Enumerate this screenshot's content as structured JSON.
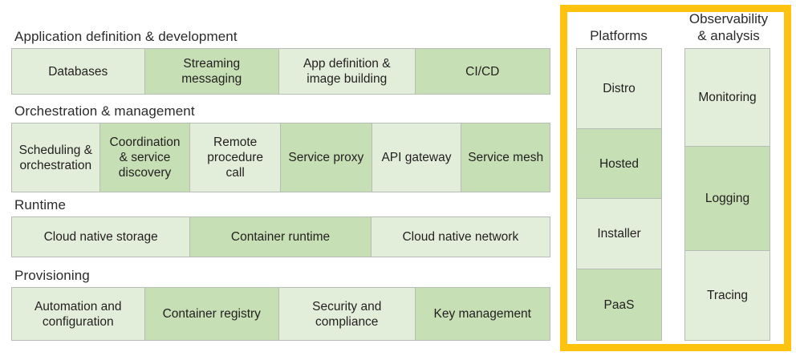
{
  "diagram": {
    "title_hidden": "Cloud Native Landscape layers",
    "accent_yellow": "#ffc20e",
    "tone_light": "#e3eeda",
    "tone_dark": "#c6dfb4",
    "border_gray": "#b7bcb6"
  },
  "layers": [
    {
      "title": "Application definition & development",
      "cells": [
        {
          "label": "Databases",
          "tone": "light"
        },
        {
          "label": "Streaming\nmessaging",
          "tone": "dark"
        },
        {
          "label": "App definition &\nimage building",
          "tone": "light"
        },
        {
          "label": "CI/CD",
          "tone": "dark"
        }
      ]
    },
    {
      "title": "Orchestration & management",
      "cells": [
        {
          "label": "Scheduling &\norchestration",
          "tone": "light"
        },
        {
          "label": "Coordination\n& service\ndiscovery",
          "tone": "dark"
        },
        {
          "label": "Remote\nprocedure\ncall",
          "tone": "light"
        },
        {
          "label": "Service proxy",
          "tone": "dark"
        },
        {
          "label": "API gateway",
          "tone": "light"
        },
        {
          "label": "Service mesh",
          "tone": "dark"
        }
      ]
    },
    {
      "title": "Runtime",
      "cells": [
        {
          "label": "Cloud native storage",
          "tone": "light"
        },
        {
          "label": "Container runtime",
          "tone": "dark"
        },
        {
          "label": "Cloud native network",
          "tone": "light"
        }
      ]
    },
    {
      "title": "Provisioning",
      "cells": [
        {
          "label": "Automation and\nconfiguration",
          "tone": "light"
        },
        {
          "label": "Container registry",
          "tone": "dark"
        },
        {
          "label": "Security and\ncompliance",
          "tone": "light"
        },
        {
          "label": "Key management",
          "tone": "dark"
        }
      ]
    }
  ],
  "columns": [
    {
      "title": "Platforms",
      "cells": [
        {
          "label": "Distro",
          "tone": "light"
        },
        {
          "label": "Hosted",
          "tone": "dark"
        },
        {
          "label": "Installer",
          "tone": "light"
        },
        {
          "label": "PaaS",
          "tone": "dark"
        }
      ]
    },
    {
      "title": "Observability\n& analysis",
      "cells": [
        {
          "label": "Monitoring",
          "tone": "light"
        },
        {
          "label": "Logging",
          "tone": "dark"
        },
        {
          "label": "Tracing",
          "tone": "light"
        }
      ]
    }
  ]
}
